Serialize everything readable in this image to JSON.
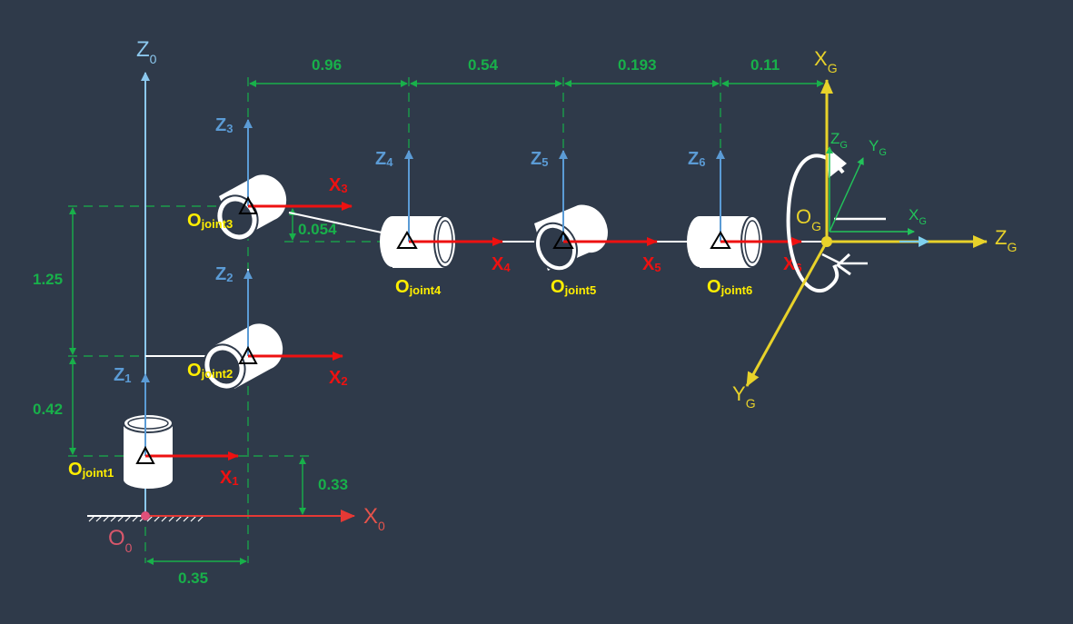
{
  "colors": {
    "background": "#2f3a4a",
    "dimension": "#18b04a",
    "z_axis": "#5b9bd5",
    "x_axis": "#ee1111",
    "origin_label": "#ffee00",
    "gripper": "#e8d22a",
    "base_origin": "#e0507a"
  },
  "dimensions": {
    "d096": "0.96",
    "d054": "0.54",
    "d0193": "0.193",
    "d011": "0.11",
    "d125": "1.25",
    "d042": "0.42",
    "d033": "0.33",
    "d035": "0.35",
    "d0054": "0.054"
  },
  "base": {
    "z0": {
      "main": "Z",
      "sub": "0"
    },
    "x0": {
      "main": "X",
      "sub": "0"
    },
    "o0": {
      "main": "O",
      "sub": "0"
    }
  },
  "joints": {
    "z1": {
      "main": "Z",
      "sub": "1"
    },
    "z2": {
      "main": "Z",
      "sub": "2"
    },
    "z3": {
      "main": "Z",
      "sub": "3"
    },
    "z4": {
      "main": "Z",
      "sub": "4"
    },
    "z5": {
      "main": "Z",
      "sub": "5"
    },
    "z6": {
      "main": "Z",
      "sub": "6"
    },
    "x1": {
      "main": "X",
      "sub": "1"
    },
    "x2": {
      "main": "X",
      "sub": "2"
    },
    "x3": {
      "main": "X",
      "sub": "3"
    },
    "x4": {
      "main": "X",
      "sub": "4"
    },
    "x5": {
      "main": "X",
      "sub": "5"
    },
    "x6": {
      "main": "X",
      "sub": "6"
    },
    "oj1": {
      "main": "O",
      "sub": "joint1"
    },
    "oj2": {
      "main": "O",
      "sub": "joint2"
    },
    "oj3": {
      "main": "O",
      "sub": "joint3"
    },
    "oj4": {
      "main": "O",
      "sub": "joint4"
    },
    "oj5": {
      "main": "O",
      "sub": "joint5"
    },
    "oj6": {
      "main": "O",
      "sub": "joint6"
    }
  },
  "gripper": {
    "xg": {
      "main": "X",
      "sub": "G"
    },
    "zg": {
      "main": "Z",
      "sub": "G"
    },
    "yg": {
      "main": "Y",
      "sub": "G"
    },
    "og": {
      "main": "O",
      "sub": "G"
    },
    "zg_small": {
      "main": "Z",
      "sub": "G"
    },
    "yg_small": {
      "main": "Y",
      "sub": "G"
    },
    "xg_small": {
      "main": "X",
      "sub": "G"
    }
  }
}
